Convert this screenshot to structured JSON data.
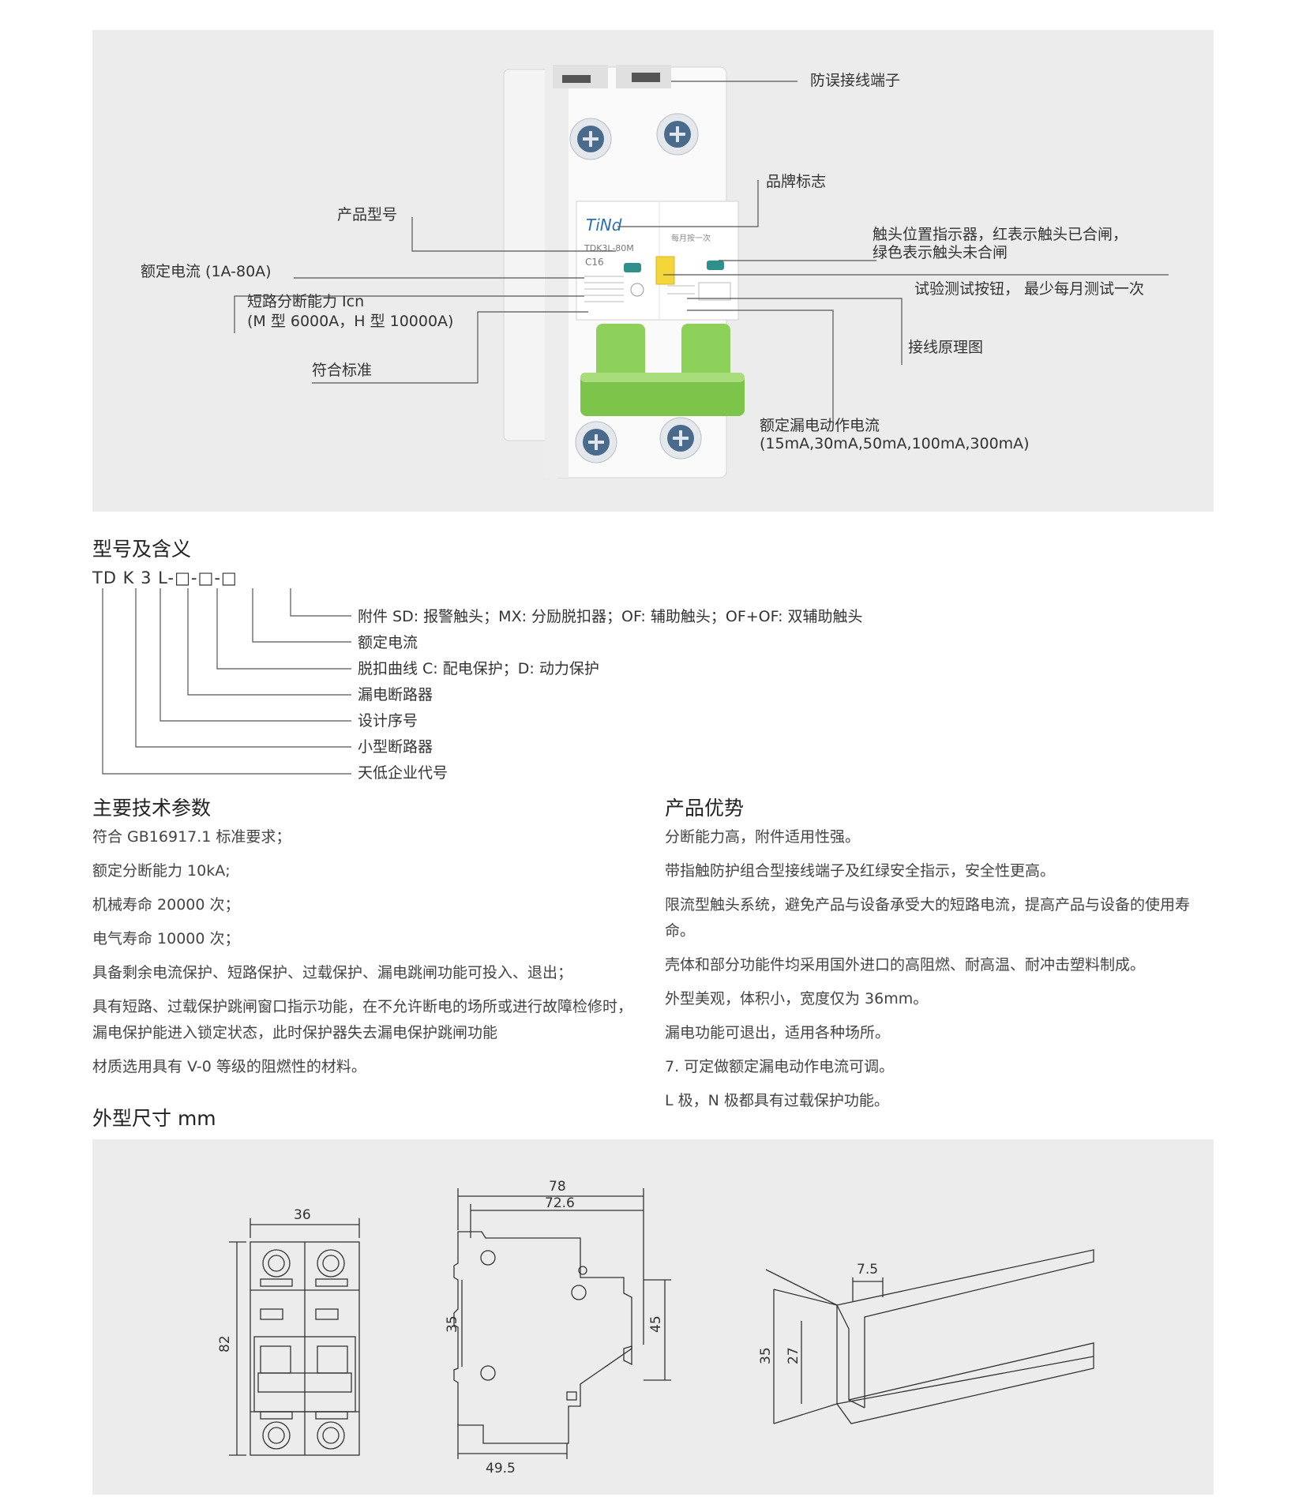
{
  "product": {
    "labels": {
      "terminal": "防误接线端子",
      "brand_mark": "品牌标志",
      "model": "产品型号",
      "contact_indicator_1": "触头位置指示器，红表示触头已合闸，",
      "contact_indicator_2": "绿色表示触头未合闸",
      "rated_current": "额定电流 (1A-80A)",
      "test_button": "试验测试按钮， 最少每月测试一次",
      "breaking_capacity_1": "短路分断能力 Icn",
      "breaking_capacity_2": "(M 型 6000A，H 型 10000A)",
      "wiring_diagram": "接线原理图",
      "standard": "符合标准",
      "leakage_current_1": "额定漏电动作电流",
      "leakage_current_2": "(15mA,30mA,50mA,100mA,300mA)"
    },
    "device_text": {
      "logo": "TiNd",
      "model": "TDK3L-80M",
      "rating": "C16",
      "test_hint": "每月按一次"
    }
  },
  "model_meaning": {
    "heading": "型号及含义",
    "code": "TD K 3 L-□-□-□",
    "items": [
      "附件 SD: 报警触头；MX: 分励脱扣器；OF: 辅助触头；OF+OF: 双辅助触头",
      "额定电流",
      "脱扣曲线 C: 配电保护；D: 动力保护",
      "漏电断路器",
      "设计序号",
      "小型断路器",
      "天低企业代号"
    ]
  },
  "tech_params": {
    "heading": "主要技术参数",
    "items": [
      "符合 GB16917.1 标准要求；",
      "额定分断能力 10kA;",
      "机械寿命 20000 次；",
      "电气寿命 10000 次；",
      "具备剩余电流保护、短路保护、过载保护、漏电跳闸功能可投入、退出；",
      "具有短路、过载保护跳闸窗口指示功能，在不允许断电的场所或进行故障检修时， 漏电保护能进入锁定状态，此时保护器失去漏电保护跳闸功能",
      "材质选用具有 V-0 等级的阻燃性的材料。"
    ]
  },
  "advantages": {
    "heading": "产品优势",
    "items": [
      "分断能力高，附件适用性强。",
      "带指触防护组合型接线端子及红绿安全指示，安全性更高。",
      "限流型触头系统，避免产品与设备承受大的短路电流，提高产品与设备的使用寿命。",
      "壳体和部分功能件均采用国外进口的高阻燃、耐高温、耐冲击塑料制成。",
      "外型美观，体积小，宽度仅为 36mm。",
      "漏电功能可退出，适用各种场所。",
      "7. 可定做额定漏电动作电流可调。",
      "L 极，N 极都具有过载保护功能。"
    ]
  },
  "dimensions": {
    "heading": "外型尺寸 mm",
    "front": {
      "width": "36",
      "height": "82"
    },
    "side": {
      "total": "78",
      "inner": "72.6",
      "left_h": "35",
      "right_h": "45",
      "bottom": "49.5"
    },
    "rail": {
      "top": "7.5",
      "outer_h": "35",
      "inner_h": "27"
    }
  }
}
